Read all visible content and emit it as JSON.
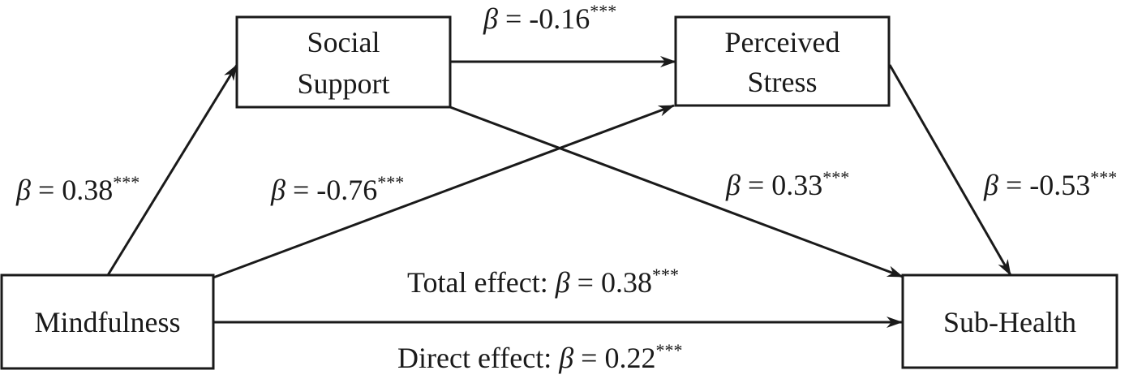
{
  "nodes": {
    "social_support": {
      "lines": [
        "Social",
        "Support"
      ]
    },
    "perceived_stress": {
      "lines": [
        "Perceived",
        "Stress"
      ]
    },
    "mindfulness": {
      "lines": [
        "Mindfulness"
      ]
    },
    "sub_health": {
      "lines": [
        "Sub-Health"
      ]
    }
  },
  "edges": {
    "mindfulness_to_social_support": {
      "beta_symbol": "β",
      "value": " = 0.38",
      "sig": "***"
    },
    "mindfulness_to_perceived_stress": {
      "beta_symbol": "β",
      "value": " = -0.76",
      "sig": "***"
    },
    "social_support_to_perceived_stress": {
      "beta_symbol": "β",
      "value": " = -0.16",
      "sig": "***"
    },
    "social_support_to_sub_health": {
      "beta_symbol": "β",
      "value": " = 0.33",
      "sig": "***"
    },
    "perceived_stress_to_sub_health": {
      "beta_symbol": "β",
      "value": " = -0.53",
      "sig": "***"
    },
    "total_effect": {
      "prefix": "Total effect: ",
      "beta_symbol": "β",
      "value": " = 0.38",
      "sig": "***"
    },
    "direct_effect": {
      "prefix": "Direct effect: ",
      "beta_symbol": "β",
      "value": " = 0.22",
      "sig": "***"
    }
  }
}
